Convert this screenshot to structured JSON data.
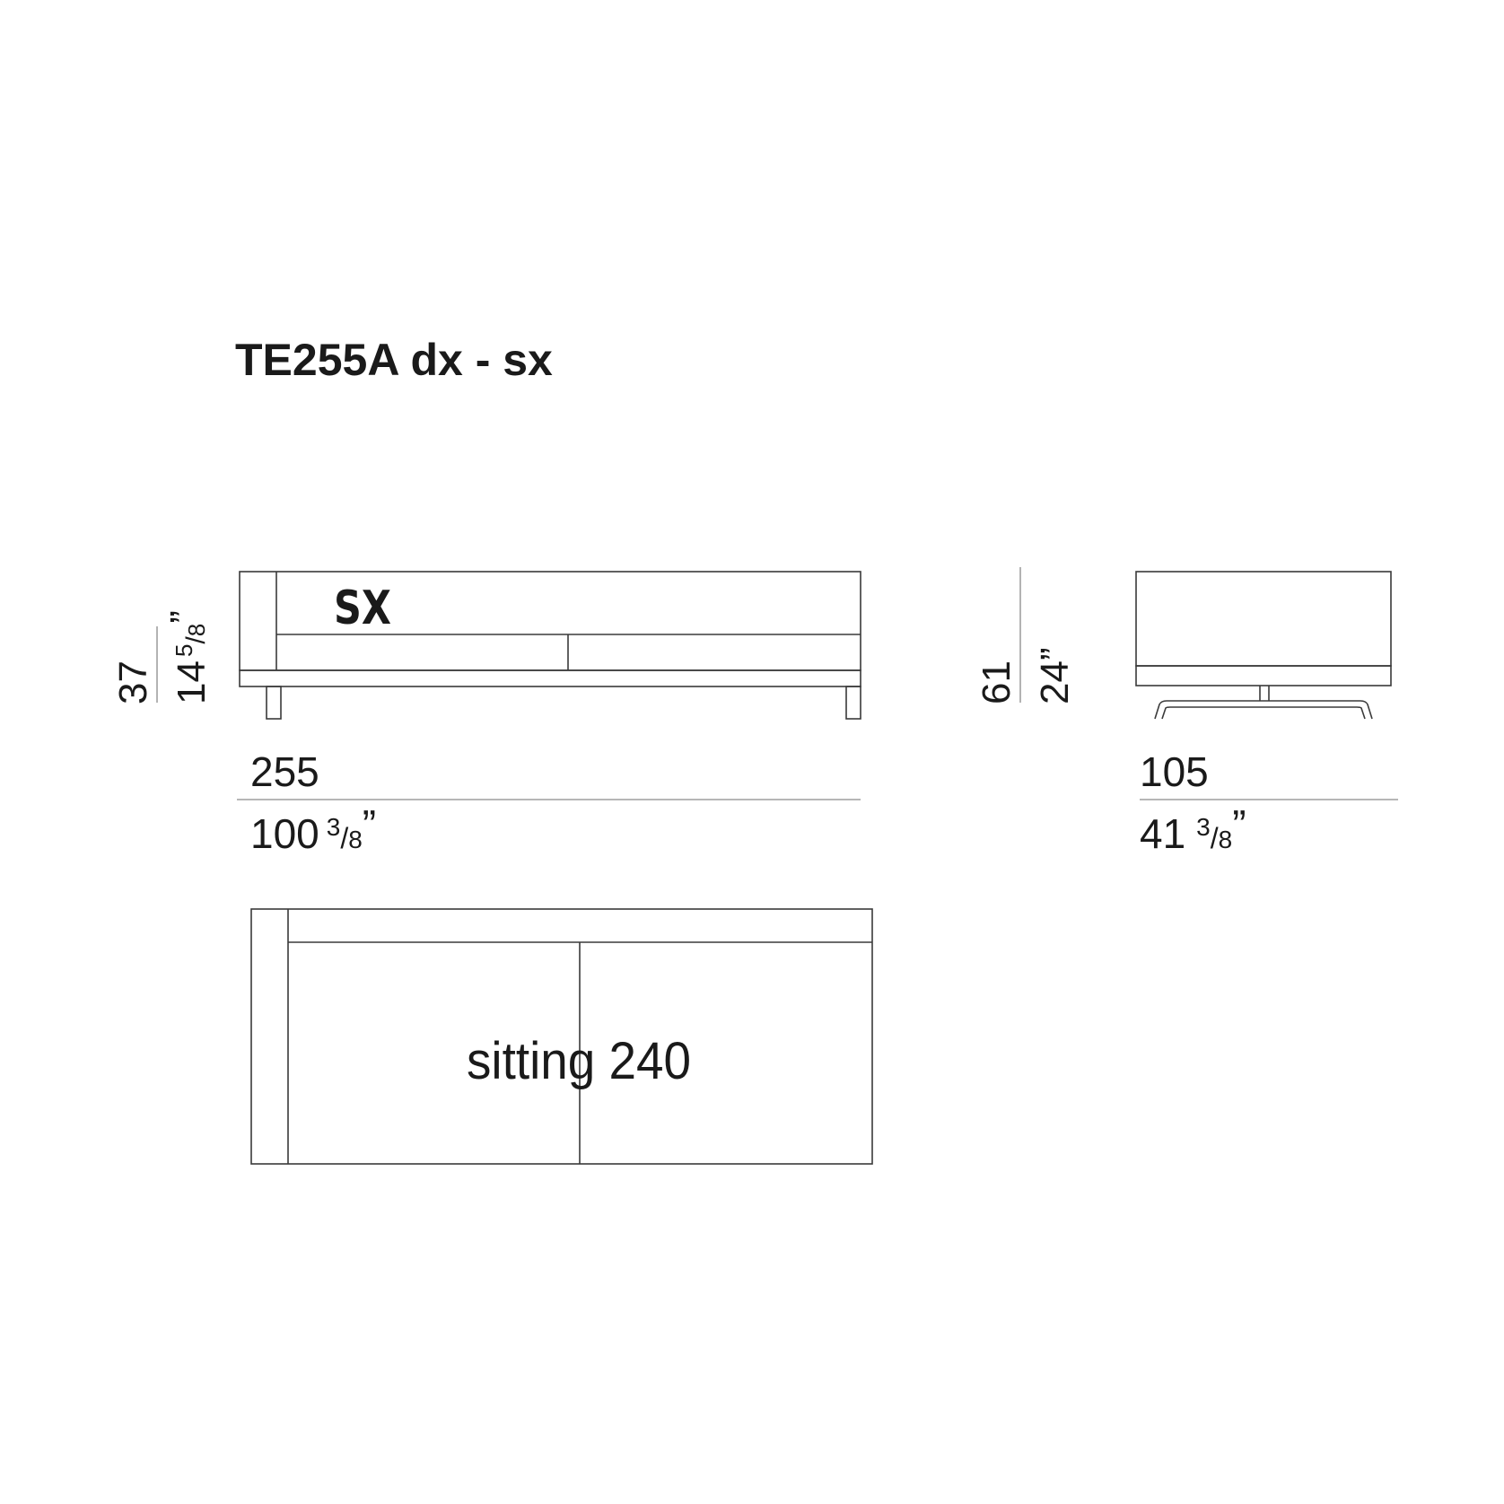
{
  "title": "TE255A dx - sx",
  "front_view": {
    "variant_label": "SX",
    "height_cm": "37",
    "height_in_whole": "14",
    "height_in_frac_num": "5",
    "height_in_frac_den": "8",
    "height_in_mark": "”",
    "width_cm": "255",
    "width_in_whole": "100",
    "width_in_frac_num": "3",
    "width_in_frac_den": "8",
    "width_in_mark": "”"
  },
  "side_view": {
    "height_cm": "61",
    "height_in": "24”",
    "depth_cm": "105",
    "depth_in_whole": "41",
    "depth_in_frac_num": "3",
    "depth_in_frac_den": "8",
    "depth_in_mark": "”"
  },
  "top_view": {
    "sitting_label": "sitting 240"
  },
  "colors": {
    "ink": "#1a1a1a",
    "line": "#3a3a3a",
    "dimension_line": "#8a8a8a",
    "background": "#ffffff"
  }
}
